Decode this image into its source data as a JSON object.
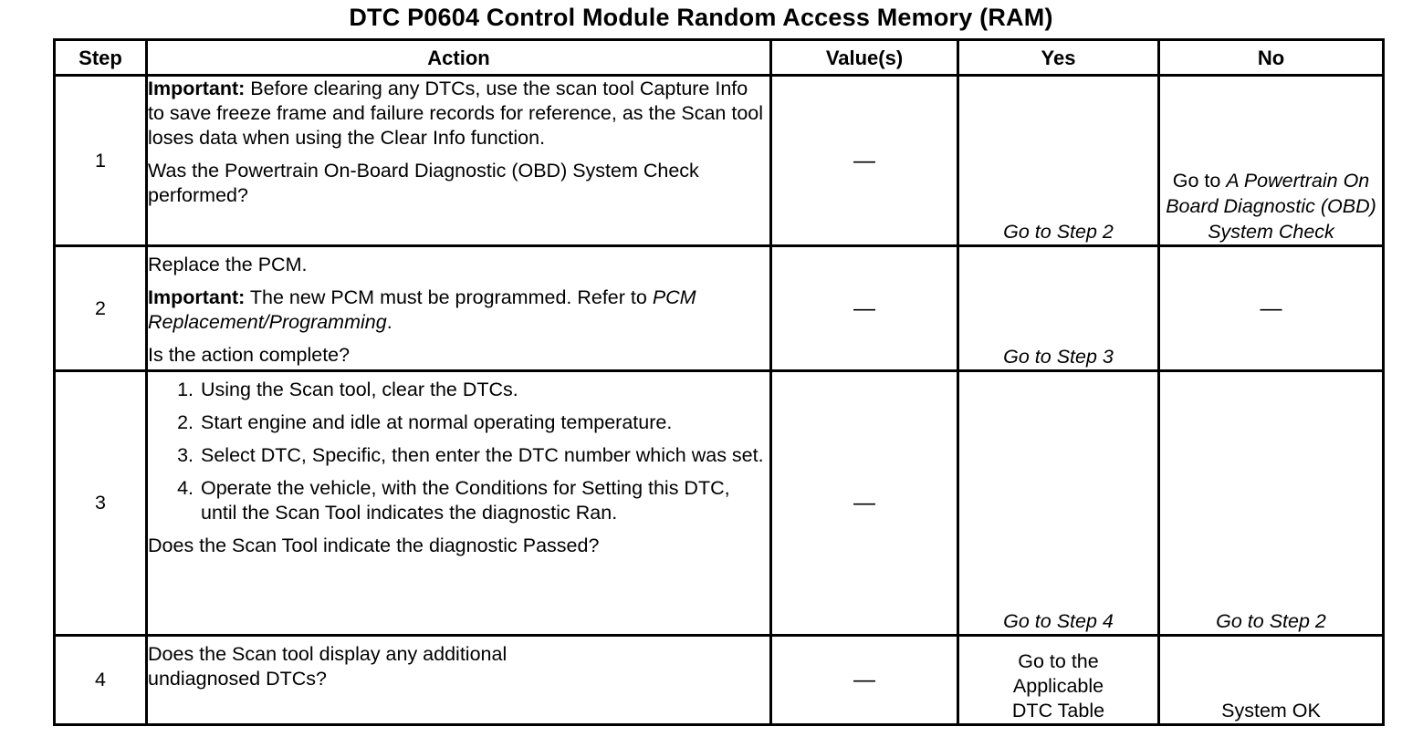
{
  "title": "DTC P0604 Control Module Random Access Memory (RAM)",
  "columns": {
    "step": "Step",
    "action": "Action",
    "values": "Value(s)",
    "yes": "Yes",
    "no": "No"
  },
  "rows": [
    {
      "step": "1",
      "important_label": "Important:",
      "important_text": " Before clearing any DTCs, use the scan tool Capture Info to save freeze frame and failure records for reference, as the Scan tool loses data when using the Clear Info function.",
      "question": "Was the Powertrain On-Board Diagnostic (OBD) System Check performed?",
      "value": "—",
      "yes": "Go to Step 2",
      "no_prefix": "Go to ",
      "no_link": "A Powertrain On Board Diagnostic (OBD) System Check"
    },
    {
      "step": "2",
      "action": "Replace the PCM.",
      "important_label": "Important:",
      "important_text": " The new PCM must be programmed. Refer to ",
      "important_link": "PCM Replacement/Programming",
      "important_end": ".",
      "question": "Is the action complete?",
      "value": "—",
      "yes": "Go to Step 3",
      "no": "—"
    },
    {
      "step": "3",
      "substeps": [
        "Using the Scan tool, clear the DTCs.",
        "Start engine and idle at normal operating temperature.",
        "Select DTC, Specific, then enter the DTC number which was set.",
        "Operate the vehicle, with the Conditions for Setting this DTC, until the Scan Tool indicates the diagnostic Ran."
      ],
      "question": "Does the Scan Tool indicate the diagnostic Passed?",
      "value": "—",
      "yes": "Go to Step 4",
      "no": "Go to Step 2"
    },
    {
      "step": "4",
      "question": "Does the Scan tool display any additional undiagnosed DTCs?",
      "value": "—",
      "yes": "Go to the Applicable DTC Table",
      "no": "System OK"
    }
  ]
}
